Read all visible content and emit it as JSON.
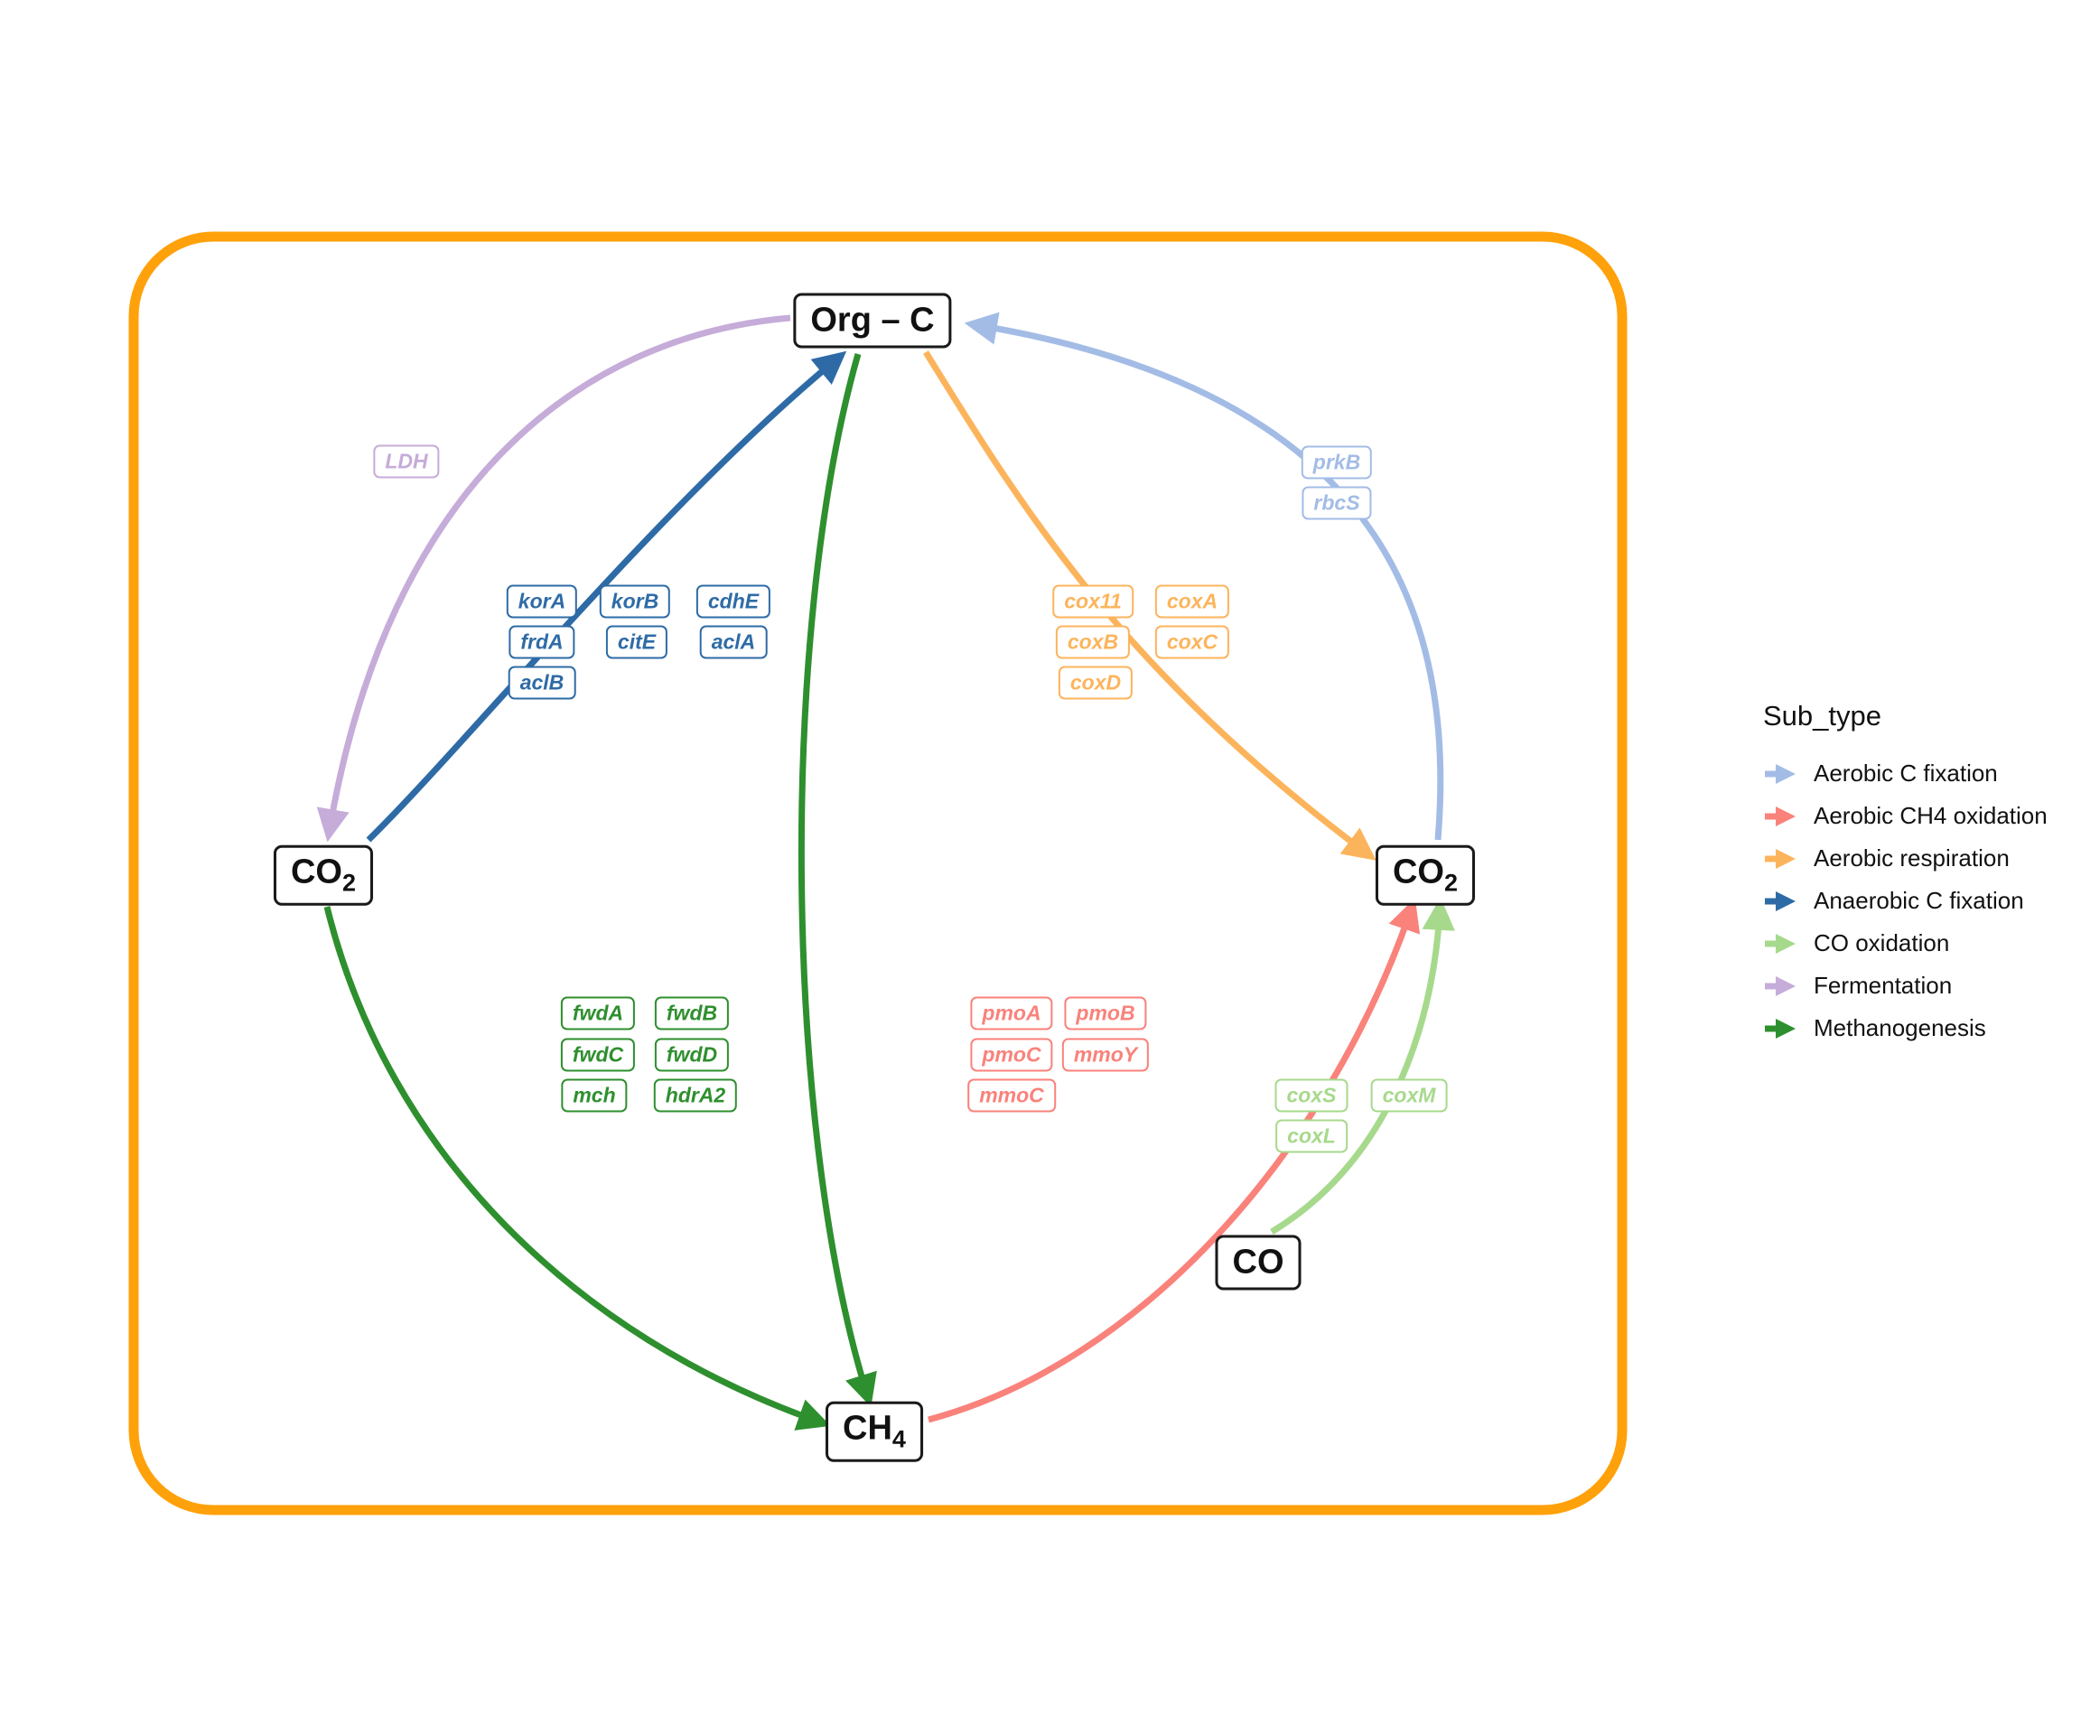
{
  "frame": {
    "color": "#FFA10A"
  },
  "colors": {
    "aerobic_c_fixation": "#a3bce6",
    "aerobic_ch4_oxidation": "#f9827b",
    "aerobic_respiration": "#fcb45c",
    "anaerobic_c_fixation": "#2e6ba6",
    "co_oxidation": "#a7d98c",
    "fermentation": "#c6acd9",
    "methanogenesis": "#2e8f2e"
  },
  "nodes": {
    "org_c": {
      "label": "Org – C"
    },
    "co2_left": {
      "base": "CO",
      "sub": "2"
    },
    "co2_right": {
      "base": "CO",
      "sub": "2"
    },
    "ch4": {
      "base": "CH",
      "sub": "4"
    },
    "co": {
      "label": "CO"
    }
  },
  "genes": {
    "fermentation": [
      "LDH"
    ],
    "anaerobic_c_fixation": [
      "korA",
      "korB",
      "cdhE",
      "frdA",
      "citE",
      "aclA",
      "aclB"
    ],
    "aerobic_c_fixation": [
      "prkB",
      "rbcS"
    ],
    "aerobic_respiration": [
      "cox11",
      "coxA",
      "coxB",
      "coxC",
      "coxD"
    ],
    "methanogenesis": [
      "fwdA",
      "fwdB",
      "fwdC",
      "fwdD",
      "mch",
      "hdrA2"
    ],
    "aerobic_ch4_oxidation": [
      "pmoA",
      "pmoB",
      "pmoC",
      "mmoY",
      "mmoC"
    ],
    "co_oxidation": [
      "coxS",
      "coxM",
      "coxL"
    ]
  },
  "edges": [
    {
      "from": "Org-C",
      "to": "CO2",
      "type": "Fermentation"
    },
    {
      "from": "CO2",
      "to": "Org-C",
      "type": "Anaerobic C fixation"
    },
    {
      "from": "CO2",
      "to": "Org-C",
      "type": "Aerobic C fixation"
    },
    {
      "from": "Org-C",
      "to": "CO2",
      "type": "Aerobic respiration"
    },
    {
      "from": "CO2",
      "to": "CH4",
      "type": "Methanogenesis"
    },
    {
      "from": "Org-C",
      "to": "CH4",
      "type": "Methanogenesis"
    },
    {
      "from": "CH4",
      "to": "CO2",
      "type": "Aerobic CH4 oxidation"
    },
    {
      "from": "CO",
      "to": "CO2",
      "type": "CO oxidation"
    }
  ],
  "legend": {
    "title": "Sub_type",
    "items": [
      {
        "label": "Aerobic C fixation"
      },
      {
        "label": "Aerobic CH4 oxidation"
      },
      {
        "label": "Aerobic respiration"
      },
      {
        "label": "Anaerobic C fixation"
      },
      {
        "label": "CO oxidation"
      },
      {
        "label": "Fermentation"
      },
      {
        "label": "Methanogenesis"
      }
    ]
  }
}
